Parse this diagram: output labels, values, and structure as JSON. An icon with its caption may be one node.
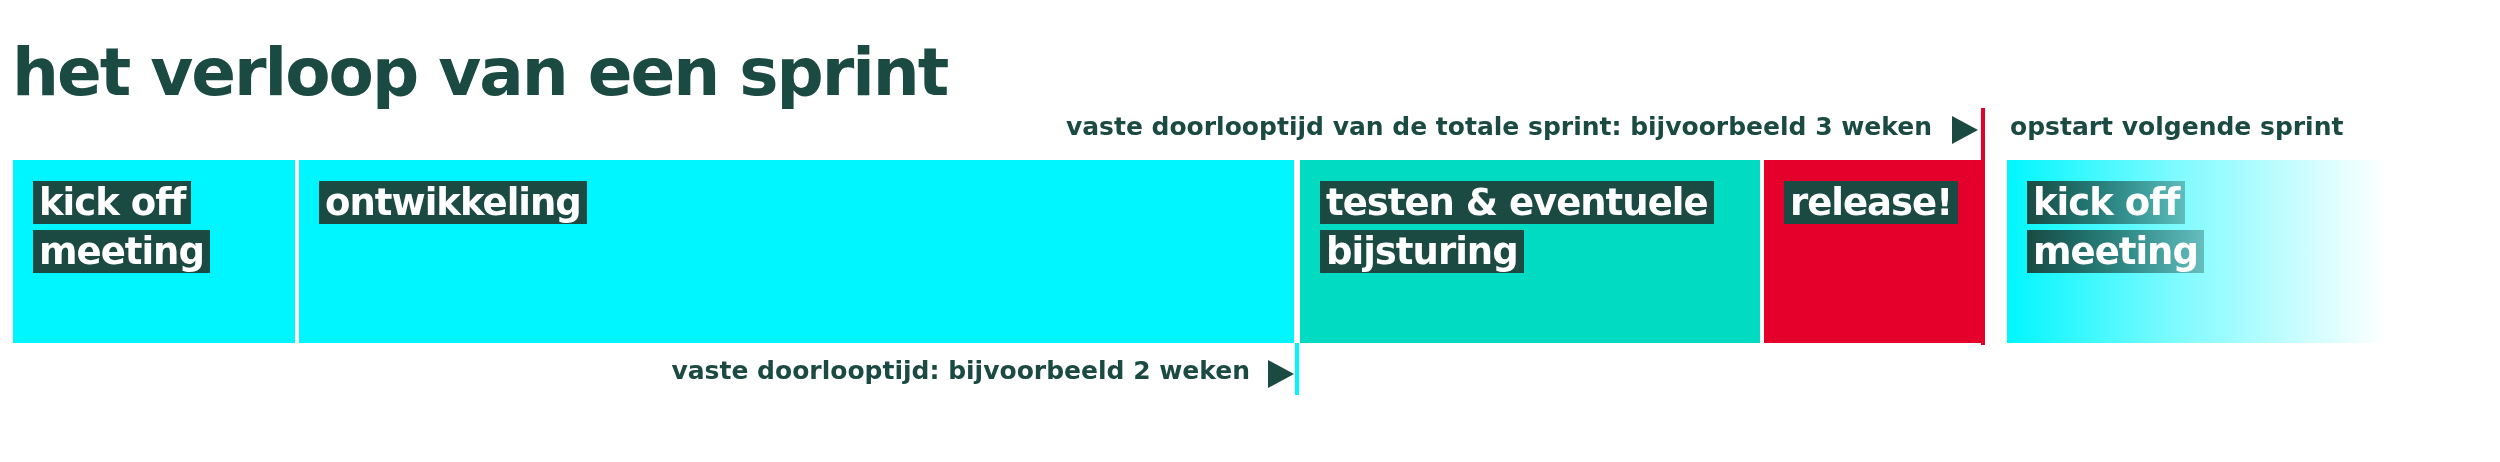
{
  "diagram": {
    "title": "het verloop van een sprint",
    "nodes": [
      {
        "text": [
          "kick off meeting"
        ]
      },
      {
        "text": [
          "ontwikkeling"
        ]
      },
      {
        "text": [
          "testen & eventuele bijsturing"
        ]
      },
      {
        "text": [
          "release!"
        ]
      },
      {
        "text": [
          "kick off meeting"
        ]
      }
    ],
    "labels": [
      "vaste doorlooptijd van de totale sprint: bijvoorbeeld 3 weken",
      "opstart volgende sprint",
      "vaste doorlooptijd: bijvoorbeeld 2 weken"
    ]
  }
}
